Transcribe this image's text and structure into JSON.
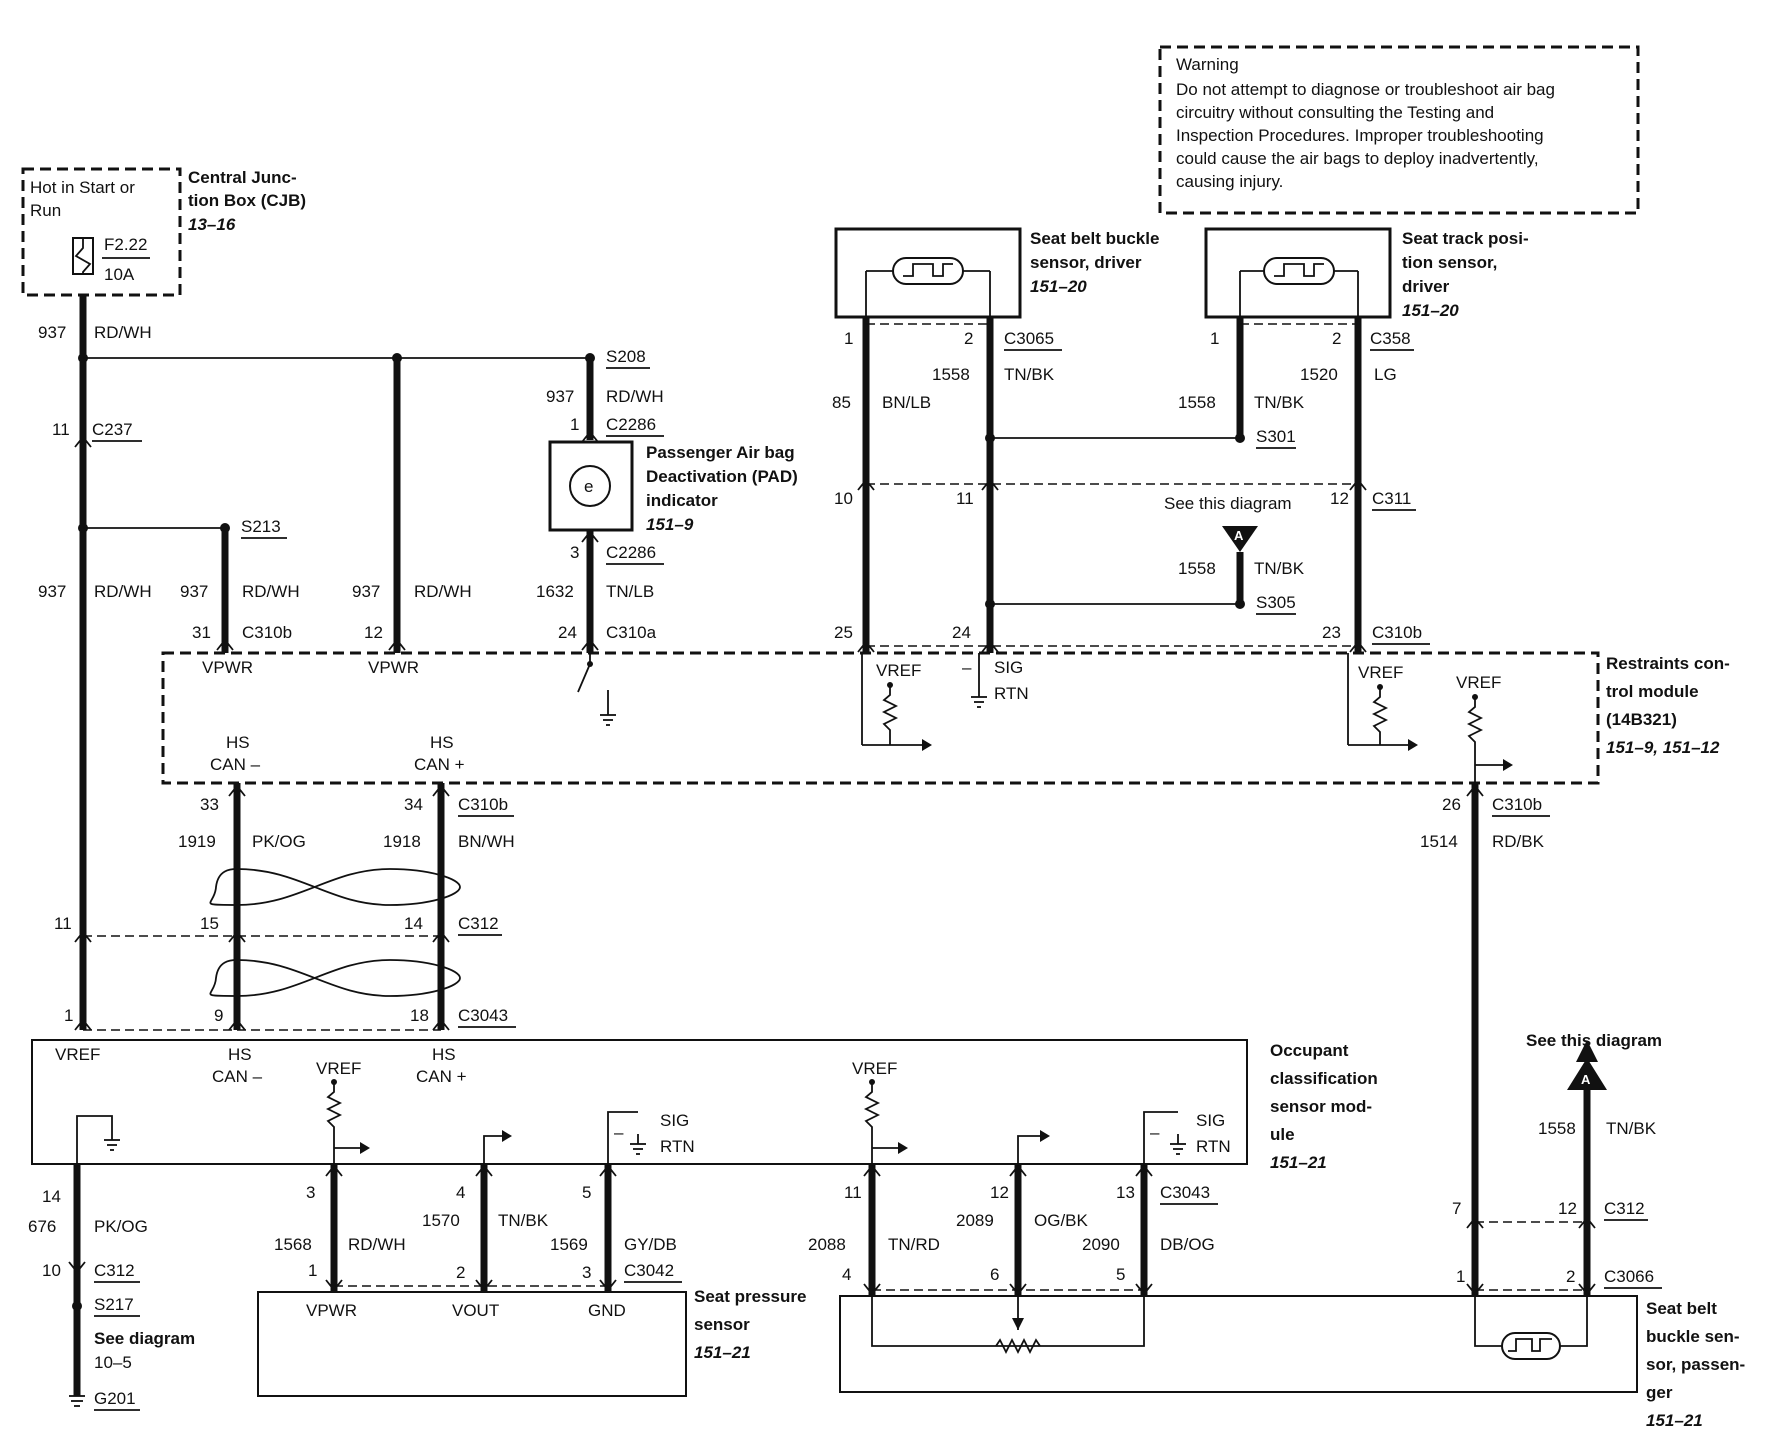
{
  "warning": {
    "title": "Warning",
    "lines": [
      "Do not attempt to diagnose or troubleshoot air bag",
      "circuitry without consulting the Testing and",
      "Inspection Procedures. Improper troubleshooting",
      "could cause the air bags to deploy inadvertently,",
      "causing injury."
    ]
  },
  "cjb": {
    "label_lines": [
      "Central Junc-",
      "tion Box (CJB)"
    ],
    "ref": "13–16",
    "hot_lines": [
      "Hot in Start or",
      "Run"
    ],
    "fuse": "F2.22",
    "amp": "10A"
  },
  "pad": {
    "label_lines": [
      "Passenger Air bag",
      "Deactivation (PAD)",
      "indicator"
    ],
    "ref": "151–9"
  },
  "sbb_driver": {
    "label_lines": [
      "Seat belt buckle",
      "sensor, driver"
    ],
    "ref": "151–20"
  },
  "stp_driver": {
    "label_lines": [
      "Seat track posi-",
      "tion sensor,",
      "driver"
    ],
    "ref": "151–20"
  },
  "rcm": {
    "label_lines": [
      "Restraints con-",
      "trol module",
      "(14B321)"
    ],
    "ref": "151–9, 151–12"
  },
  "ocsm": {
    "label_lines": [
      "Occupant",
      "classification",
      "sensor mod-",
      "ule"
    ],
    "ref": "151–21"
  },
  "seat_pressure": {
    "label_lines": [
      "Seat pressure",
      "sensor"
    ],
    "ref": "151–21"
  },
  "sbb_passenger": {
    "label_lines": [
      "Seat belt",
      "buckle sen-",
      "sor, passen-",
      "ger"
    ],
    "ref": "151–21"
  },
  "see_this_diagram": "See this diagram",
  "see_diagram_lines": [
    "See diagram",
    "10–5"
  ],
  "ground": "G201",
  "connector_marker": "A",
  "pins": {
    "vref": "VREF",
    "vpwr": "VPWR",
    "sig": "SIG",
    "rtn": "RTN",
    "vout": "VOUT",
    "gnd": "GND",
    "hs": "HS",
    "can_minus": "CAN –",
    "can_plus": "CAN +",
    "minus": "–"
  },
  "labels": [
    "937",
    "RD/WH",
    "11",
    "C237",
    "937",
    "RD/WH",
    "S213",
    "937",
    "RD/WH",
    "31",
    "C310b",
    "937",
    "RD/WH",
    "12",
    "S208",
    "937",
    "RD/WH",
    "1",
    "C2286",
    "3",
    "C2286",
    "1632",
    "TN/LB",
    "24",
    "C310a",
    "33",
    "1919",
    "PK/OG",
    "34",
    "C310b",
    "1918",
    "BN/WH",
    "11",
    "15",
    "14",
    "C312",
    "1",
    "9",
    "18",
    "C3043",
    "1",
    "2",
    "C3065",
    "85",
    "BN/LB",
    "1558",
    "TN/BK",
    "10",
    "11",
    "25",
    "24",
    "1",
    "2",
    "C358",
    "1520",
    "LG",
    "1558",
    "TN/BK",
    "S301",
    "12",
    "C311",
    "1558",
    "TN/BK",
    "S305",
    "23",
    "C310b",
    "26",
    "C310b",
    "1514",
    "RD/BK",
    "14",
    "676",
    "PK/OG",
    "10",
    "C312",
    "S217",
    "3",
    "4",
    "5",
    "1568",
    "RD/WH",
    "1570",
    "TN/BK",
    "1569",
    "GY/DB",
    "1",
    "2",
    "3",
    "C3042",
    "11",
    "12",
    "13",
    "C3043",
    "2088",
    "TN/RD",
    "2089",
    "OG/BK",
    "2090",
    "DB/OG",
    "4",
    "6",
    "5",
    "1558",
    "TN/BK",
    "7",
    "12",
    "C312",
    "1",
    "2",
    "C3066"
  ]
}
